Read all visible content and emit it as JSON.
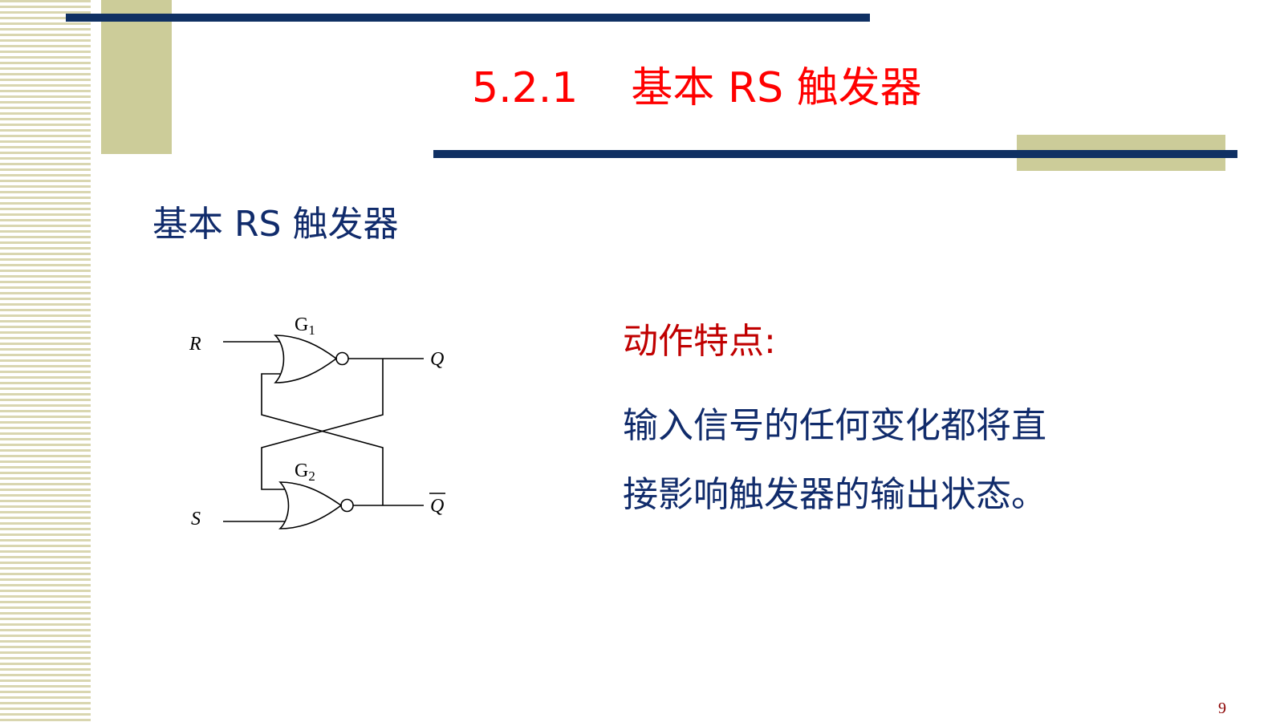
{
  "slide": {
    "title": "5.2.1    基本 RS 触发器",
    "section_heading": "基本 RS 触发器",
    "characteristics": {
      "heading": "动作特点:",
      "lines": [
        "输入信号的任何变化都将直",
        "接影响触发器的输出状态。"
      ]
    },
    "page_number": "9"
  },
  "circuit": {
    "input_r": "R",
    "input_s": "S",
    "gate_1": {
      "letter": "G",
      "index": "1"
    },
    "gate_2": {
      "letter": "G",
      "index": "2"
    },
    "output_q": "Q",
    "output_qbar": "Q"
  },
  "colors": {
    "title": "#ff0000",
    "heading": "#102b6b",
    "accent_heading": "#c00000",
    "rule": "#0f3063",
    "decor": "#cccc99"
  }
}
